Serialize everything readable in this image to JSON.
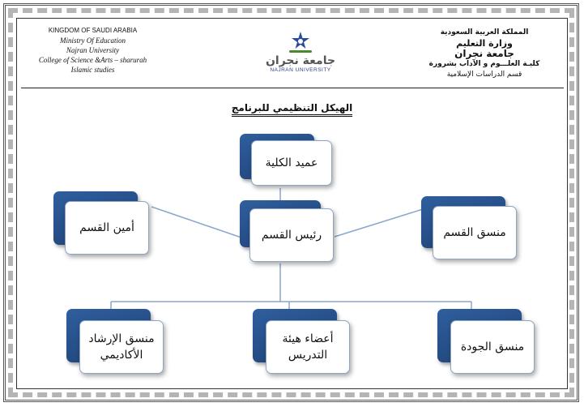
{
  "header_en": {
    "lines": [
      "KINGDOM OF SAUDI ARABIA",
      "Ministry Of  Education",
      "Najran University",
      "College of Science &Arts – sharurah",
      "Islamic studies"
    ]
  },
  "header_ar": {
    "lines": [
      "المملكة العربية السعودية",
      "وزارة التعليم",
      "جامعة نجران",
      "كليـة العلـــوم و الآداب بشرورة",
      "قسم الدراسات الإسلامية"
    ]
  },
  "logo": {
    "ar": "جامعة نجران",
    "en": "NAJRAN UNIVERSITY",
    "icon": "najran-university-logo-icon",
    "colors": {
      "star": "#2c4a9a",
      "green": "#4a8a2e"
    }
  },
  "title": "الهيكل التنظيمي للبرنامج",
  "colors": {
    "node_back": "#2f5f9e",
    "node_front": "#ffffff",
    "connector": "#8aa6cc"
  },
  "nodes": {
    "dean": "عميد الكلية",
    "head": "رئيس القسم",
    "secretary": "أمين القسم",
    "coordinator": "منسق القسم",
    "advising_1": "منسق الإرشاد",
    "advising_2": "الأكاديمي",
    "faculty_1": "أعضاء هيئة",
    "faculty_2": "التدريس",
    "quality": "منسق الجودة"
  }
}
